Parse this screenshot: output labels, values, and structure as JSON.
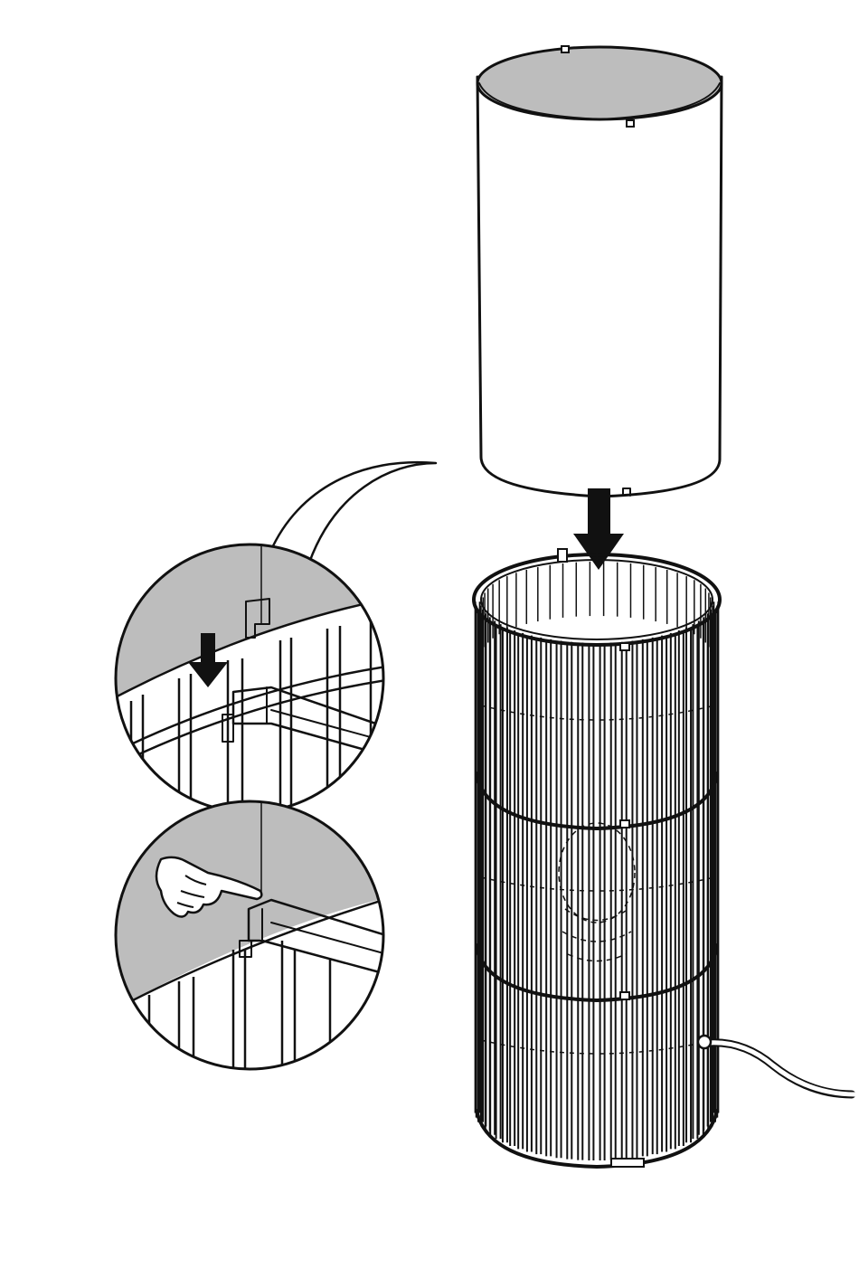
{
  "instruction": {
    "step_type": "assembly-illustration",
    "text_labels": []
  },
  "parts": {
    "shade": {
      "name": "shade-cylinder",
      "fill": "#ffffff",
      "top_rim_fill": "#bdbdbd"
    },
    "cage": {
      "name": "wire-cage",
      "bar_color": "#111111"
    },
    "cord": {
      "name": "power-cord"
    },
    "main_arrow": {
      "name": "down-arrow-icon",
      "color": "#111111"
    }
  },
  "details": [
    {
      "name": "detail-slot-insert",
      "arrow": "down-arrow-icon",
      "bg": "#bdbdbd"
    },
    {
      "name": "detail-press-tab",
      "icon": "pointing-hand-icon",
      "bg": "#bdbdbd"
    }
  ],
  "colors": {
    "ink": "#111111",
    "gray": "#bdbdbd",
    "paper": "#ffffff"
  }
}
